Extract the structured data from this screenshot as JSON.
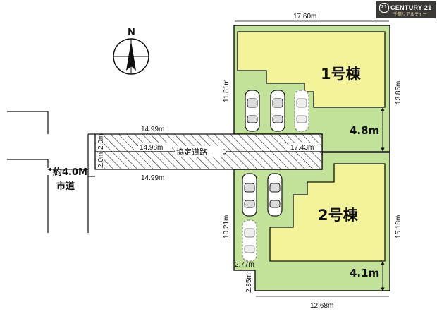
{
  "brand": {
    "name": "CENTURY 21",
    "emblem": "21",
    "sub": "千葉リアルティー"
  },
  "compass": {
    "letter": "N"
  },
  "city_road": {
    "width": "約4.0M",
    "name": "市道"
  },
  "private_road": {
    "name": "協定道路",
    "top_length": "14.99m",
    "inner_length": "14.98m",
    "bottom_length": "14.99m",
    "right_length": "17.43m",
    "width_upper": "2.0m",
    "width_lower": "2.0m"
  },
  "lot1": {
    "name": "1号棟",
    "top_width": "17.60m",
    "left_depth": "11.81m",
    "right_depth": "13.85m",
    "setback": "4.8m"
  },
  "lot2": {
    "name": "2号棟",
    "left_depth": "10.21m",
    "right_depth": "15.18m",
    "frontage": "2.77m",
    "bottom_left": "2.85m",
    "bottom_width": "12.68m",
    "setback": "4.1m"
  },
  "colors": {
    "lot_green": "#c2e29a",
    "building_yellow": "#f3f39a",
    "logo_bg": "#3b3936"
  }
}
